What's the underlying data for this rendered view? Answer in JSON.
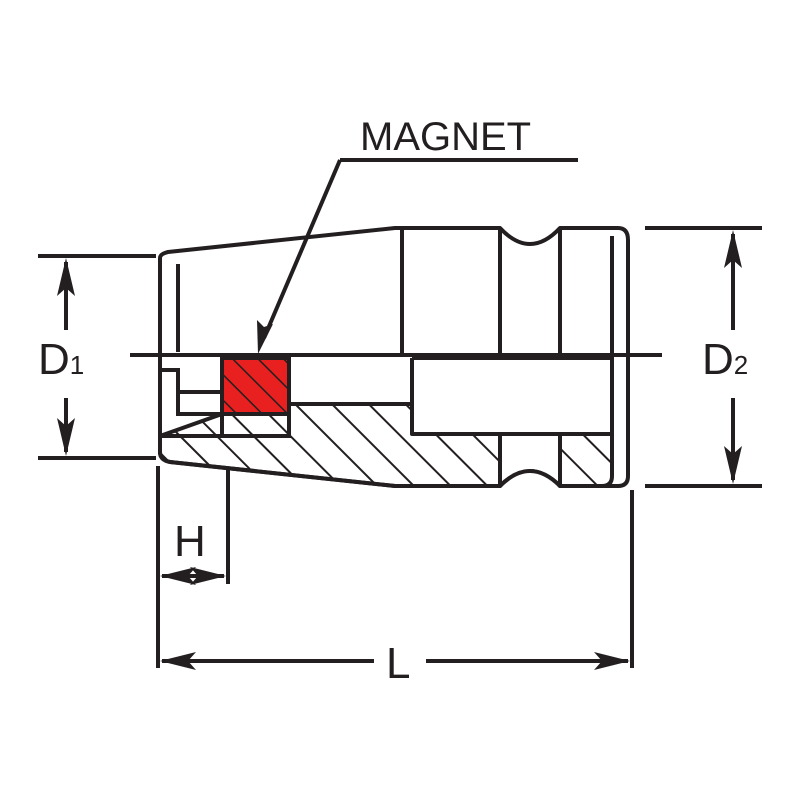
{
  "labels": {
    "magnet": "MAGNET",
    "d1_letter": "D",
    "d1_sub": "1",
    "d2_letter": "D",
    "d2_sub": "2",
    "h": "H",
    "l": "L"
  },
  "colors": {
    "line": "#231f20",
    "magnet_fill": "#e8201f"
  }
}
